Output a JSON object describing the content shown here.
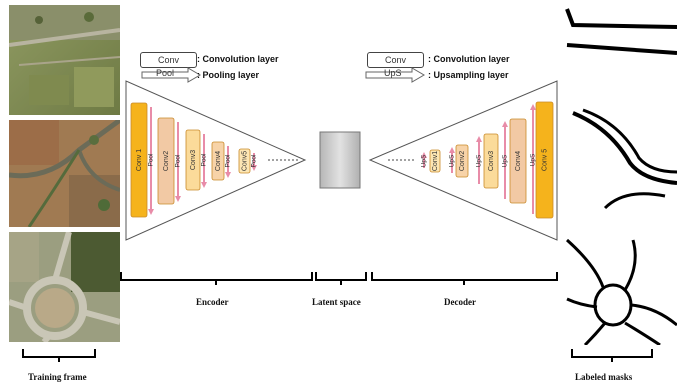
{
  "legend": {
    "conv_box": "Conv",
    "conv_desc": ": Convolution layer",
    "pool_box": "Pool",
    "pool_desc": ": Pooling layer",
    "ups_box": "UpS",
    "ups_desc": ": Upsampling layer"
  },
  "encoder": {
    "layers": [
      "Conv 1",
      "Conv2",
      "Conv3",
      "Conv4",
      "Conv5"
    ],
    "pool_label": "Pool"
  },
  "decoder": {
    "layers": [
      "Conv1",
      "Conv2",
      "Conv3",
      "Conv4",
      "Conv 5"
    ],
    "ups_label": "UpS"
  },
  "captions": {
    "encoder": "Encoder",
    "latent": "Latent space",
    "decoder": "Decoder",
    "training": "Training frame",
    "masks": "Labeled masks"
  },
  "colors": {
    "conv1": "#f5b31c",
    "conv2": "#f2c9a4",
    "conv3": "#fbdb9a",
    "conv4": "#f7d3a8",
    "conv5": "#fce6b4",
    "pool_arrow": "#e88ca8",
    "latent": "#c8c8c8"
  }
}
